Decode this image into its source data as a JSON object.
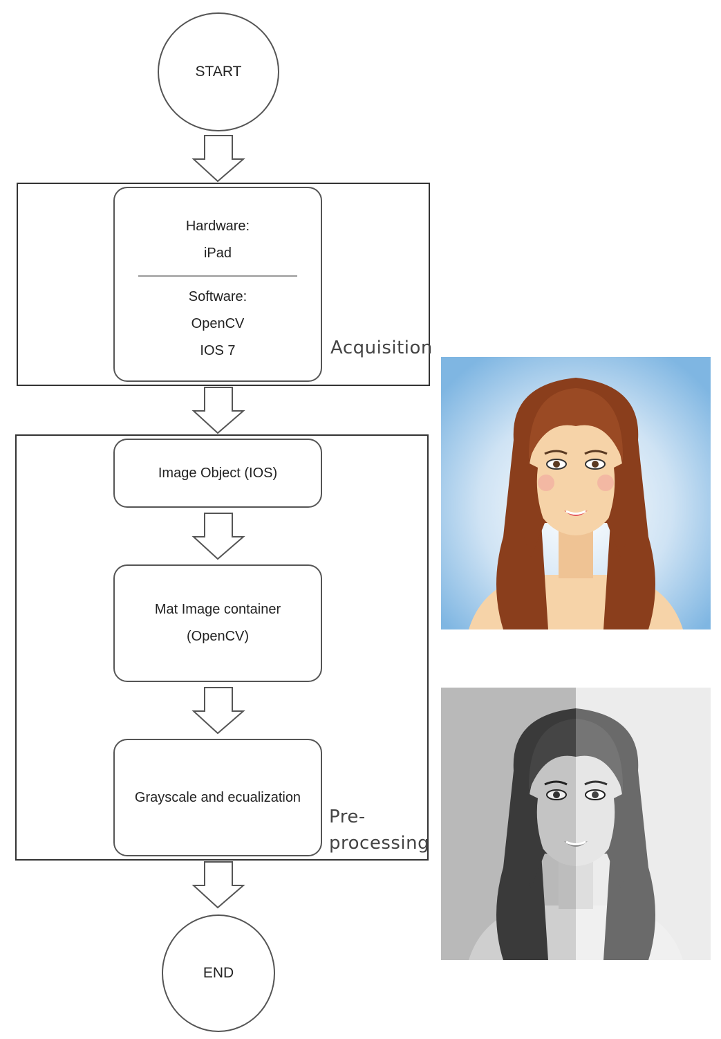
{
  "flow": {
    "start_label": "START",
    "end_label": "END",
    "acquisition": {
      "group_label": "Acquisition",
      "hardware_title": "Hardware:",
      "hardware_value": "iPad",
      "software_title": "Software:",
      "software_values": [
        "OpenCV",
        "IOS 7"
      ]
    },
    "preprocessing": {
      "group_label_line1": "Pre-",
      "group_label_line2": "processing",
      "steps": [
        "Image Object (IOS)",
        "Mat Image container",
        "(OpenCV)",
        "Grayscale and ecualization"
      ]
    }
  },
  "colors": {
    "sky_blue": "#7fb6e2",
    "hair_brown": "#8a3e1c",
    "skin": "#f6d3a8",
    "gray_bg_left": "#b9b9b9",
    "gray_bg_right": "#ececec"
  }
}
